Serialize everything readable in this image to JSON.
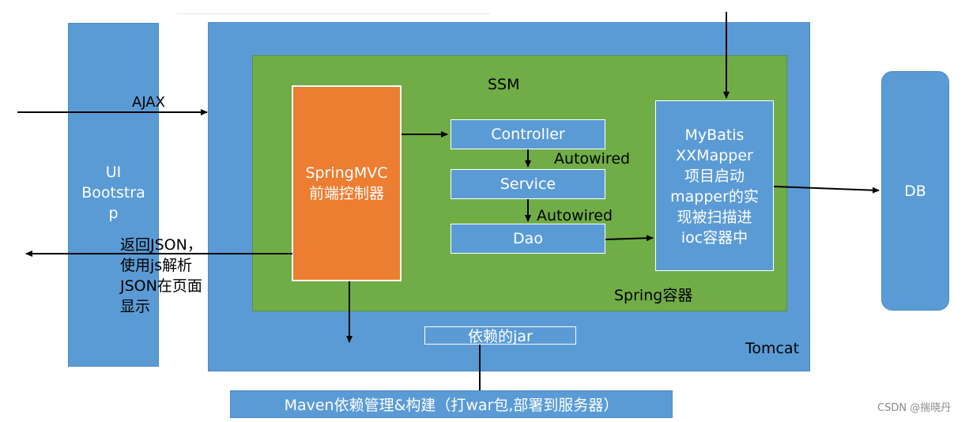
{
  "ui": {
    "lines": [
      "UI",
      "Bootstra",
      "p"
    ]
  },
  "tomcat": "Tomcat",
  "ssm": "SSM",
  "spring_container": "Spring容器",
  "springmvc": {
    "lines": [
      "SpringMVC",
      "前端控制器"
    ]
  },
  "controller": "Controller",
  "service": "Service",
  "dao": "Dao",
  "autowired_1": "Autowired",
  "autowired_2": "Autowired",
  "mybatis": {
    "lines": [
      "MyBatis",
      "XXMapper",
      "项目启动",
      "mapper的实",
      "现被扫描进",
      "ioc容器中"
    ]
  },
  "db": "DB",
  "jar": "依赖的jar",
  "maven": "Maven依赖管理&构建（打war包,部署到服务器）",
  "ajax": "AJAX",
  "return_json": {
    "lines": [
      "返回JSON，",
      "使用js解析",
      "JSON在页面",
      "显示"
    ]
  },
  "watermark": "CSDN @揣晓丹",
  "colors": {
    "blue": "#5b9bd5",
    "green": "#70ad47",
    "orange": "#ed7d31"
  }
}
